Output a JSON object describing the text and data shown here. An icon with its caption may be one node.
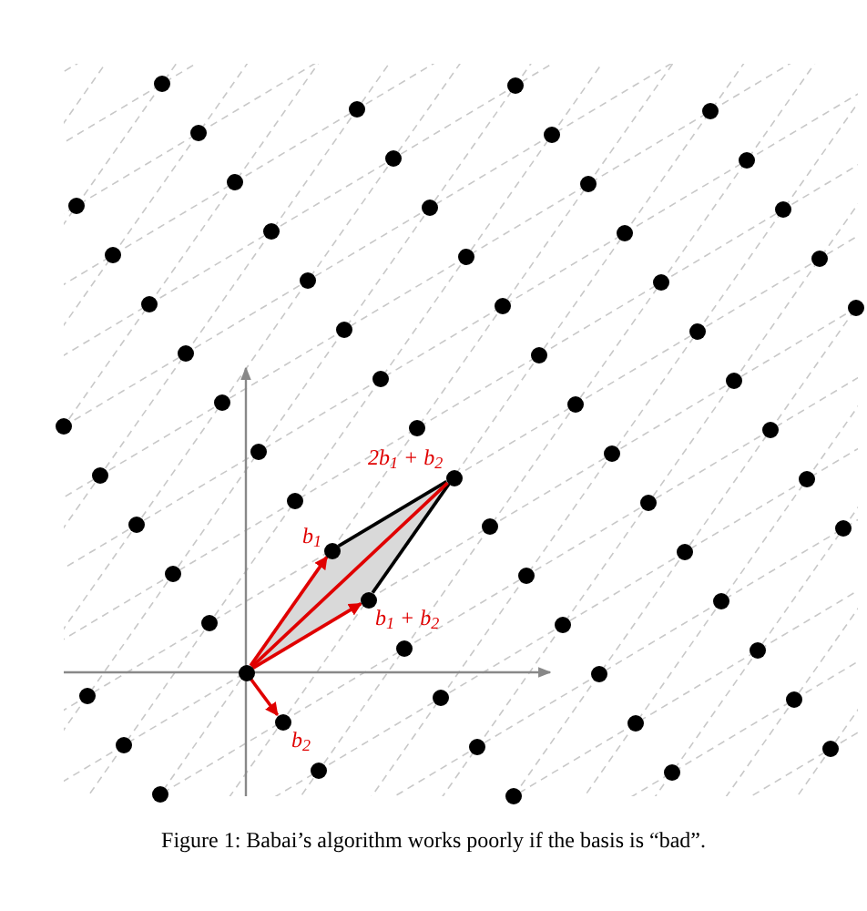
{
  "diagram": {
    "caption": "Figure 1: Babai’s algorithm works poorly if the basis is “bad”.",
    "nodes": [
      {
        "text": [],
        "shape": "circle"
      },
      {
        "text": [],
        "shape": "circle",
        "beside": [
          "b$_{1}$"
        ]
      },
      {
        "text": [],
        "shape": "circle",
        "beside": [
          "b$_{1}$ + b$_{2}$"
        ]
      },
      {
        "text": [],
        "shape": "circle",
        "beside": [
          "2b$_{1}$ + b$_{2}$"
        ]
      },
      {
        "text": [],
        "shape": "circle",
        "beside": [
          "b$_{2}$"
        ]
      }
    ],
    "edges": [
      {
        "from": 1,
        "to": 3,
        "arrow": "none",
        "color": "#000000"
      },
      {
        "from": 2,
        "to": 3,
        "arrow": "none",
        "color": "#000000"
      },
      {
        "from": 0,
        "to": 1,
        "arrow": "to",
        "color": "#e00000"
      },
      {
        "from": 0,
        "to": 2,
        "arrow": "to",
        "color": "#e00000"
      },
      {
        "from": 0,
        "to": 3,
        "arrow": "none",
        "color": "#e00000"
      },
      {
        "from": 0,
        "to": 4,
        "arrow": "to",
        "color": "#e00000"
      }
    ]
  }
}
